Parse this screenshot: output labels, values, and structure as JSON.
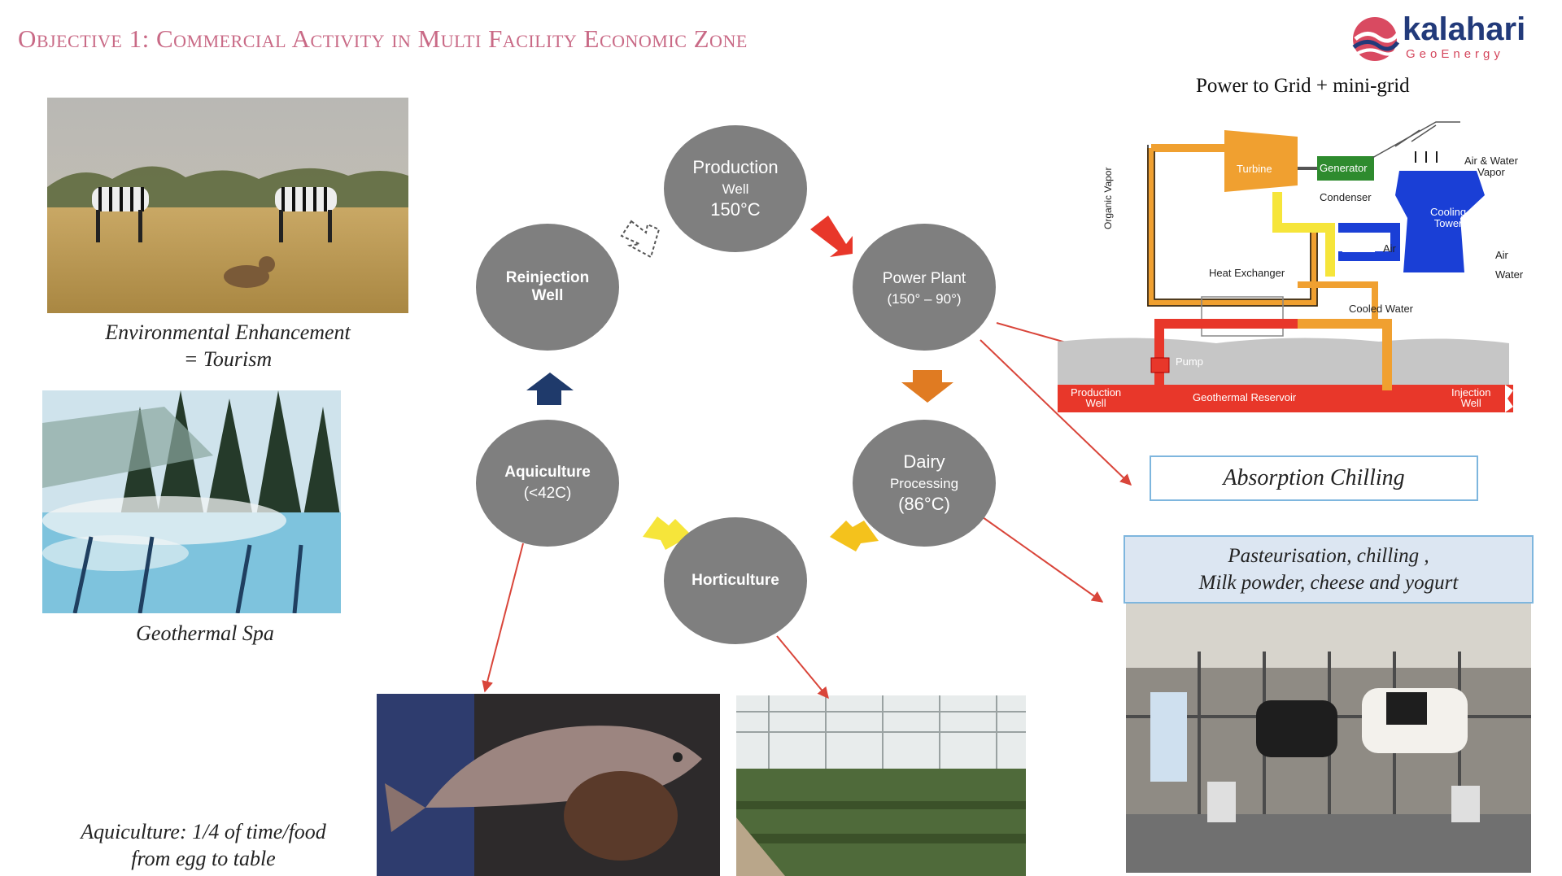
{
  "title": "Objective 1: Commercial Activity in Multi Facility Economic Zone",
  "logo": {
    "name": "kalahari",
    "sub": "GeoEnergy"
  },
  "captions": {
    "tourism": [
      "Environmental Enhancement",
      "= Tourism"
    ],
    "spa": "Geothermal Spa",
    "aquiculture": [
      "Aquiculture: 1/4 of time/food",
      "from egg to table"
    ]
  },
  "cycle": {
    "production": {
      "line1": "Production",
      "line2": "Well",
      "line3": "150°C"
    },
    "power_plant": {
      "line1": "Power Plant",
      "line2": "(150° – 90°)"
    },
    "dairy": {
      "line1": "Dairy",
      "line2": "Processing",
      "line3": "(86°C)"
    },
    "horticulture": {
      "line1": "Horticulture"
    },
    "aquiculture": {
      "line1": "Aquiculture",
      "line2": "(<42C)"
    },
    "reinjection": {
      "line1": "Reinjection",
      "line2": "Well"
    }
  },
  "power_diagram": {
    "title": "Power to Grid + mini-grid",
    "labels": {
      "turbine": "Turbine",
      "generator": "Generator",
      "condenser": "Condenser",
      "air_water_vapor": [
        "Air & Water",
        "Vapor"
      ],
      "cooling_tower": [
        "Cooling",
        "Tower"
      ],
      "air": "Air",
      "air2": "Air",
      "water": "Water",
      "organic_vapor": "Organic Vapor",
      "heat_exchanger": "Heat Exchanger",
      "cooled_water": "Cooled Water",
      "pump": "Pump",
      "production_well": [
        "Production",
        "Well"
      ],
      "reservoir": "Geothermal Reservoir",
      "injection_well": [
        "Injection",
        "Well"
      ]
    }
  },
  "boxes": {
    "absorption": "Absorption Chilling",
    "dairy_products": [
      "Pasteurisation, chilling ,",
      "Milk powder, cheese and yogurt"
    ]
  },
  "colors": {
    "title": "#c96a86",
    "node": "#7f7f7f",
    "arrow_red": "#e8372a",
    "arrow_orange": "#e07b22",
    "arrow_yellow": "#f4c21c",
    "arrow_yellow2": "#f6e53a",
    "arrow_navy": "#1f3a6b",
    "connector": "#d9453a"
  }
}
